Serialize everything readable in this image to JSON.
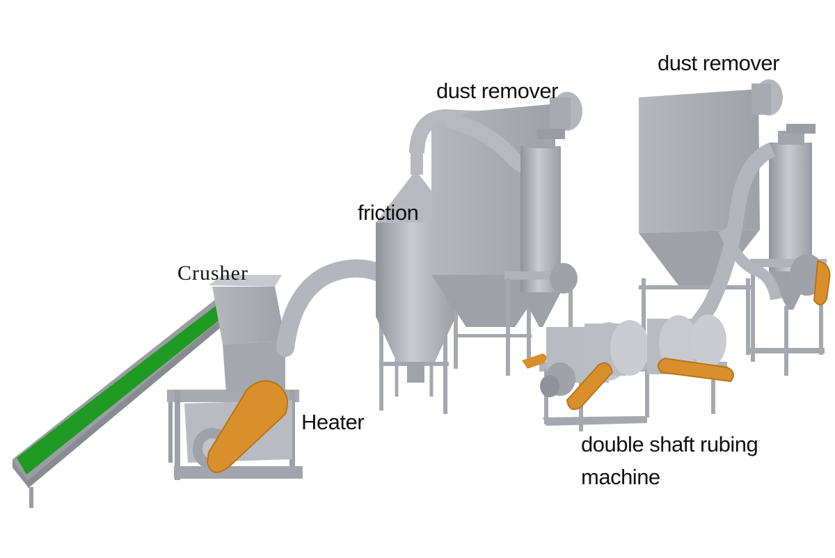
{
  "labels": {
    "crusher": "Crusher",
    "heater": "Heater",
    "friction": "friction",
    "dust_remover_1": "dust remover",
    "dust_remover_2": "dust remover",
    "rubbing_line1": "double shaft rubing",
    "rubbing_line2": "machine"
  },
  "colors": {
    "metal": "#a9acb3",
    "metal_dark": "#8d9098",
    "metal_light": "#c6c8ce",
    "belt": "#1f9a22",
    "guard": "#d98f2b",
    "frame": "#b3b6bc"
  }
}
